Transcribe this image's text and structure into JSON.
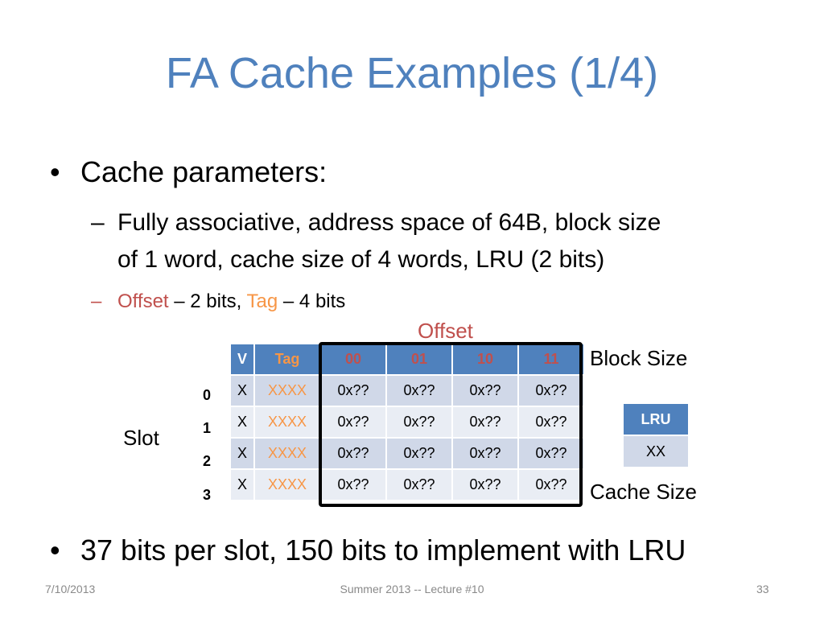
{
  "slide": {
    "title": "FA Cache Examples (1/4)",
    "bullet1": "Cache parameters:",
    "sub1": "Fully associative, address space of 64B, block size",
    "sub1b": "of 1 word, cache size of 4 words, LRU (2 bits)",
    "sub2": {
      "offset_word": "Offset",
      "offset_rest": " – 2 bits, ",
      "tag_word": "Tag",
      "tag_rest": " – 4 bits"
    },
    "bullet2": "37 bits per slot, 150 bits to implement with LRU"
  },
  "diagram": {
    "offset_label": "Offset",
    "block_size_label": "Block Size",
    "cache_size_label": "Cache Size",
    "slot_label": "Slot",
    "headers": [
      "V",
      "Tag",
      "00",
      "01",
      "10",
      "11"
    ],
    "slots": [
      "0",
      "1",
      "2",
      "3"
    ],
    "rows": [
      [
        "X",
        "XXXX",
        "0x??",
        "0x??",
        "0x??",
        "0x??"
      ],
      [
        "X",
        "XXXX",
        "0x??",
        "0x??",
        "0x??",
        "0x??"
      ],
      [
        "X",
        "XXXX",
        "0x??",
        "0x??",
        "0x??",
        "0x??"
      ],
      [
        "X",
        "XXXX",
        "0x??",
        "0x??",
        "0x??",
        "0x??"
      ]
    ],
    "lru_header": "LRU",
    "lru_value": "XX"
  },
  "footer": {
    "date": "7/10/2013",
    "center": "Summer 2013 -- Lecture #10",
    "page": "33"
  },
  "colors": {
    "title": "#4f81bd",
    "offset": "#c0504d",
    "tag": "#f79646",
    "header_fill": "#4f81bd",
    "row_fill_a": "#d0d8e8",
    "row_fill_b": "#e9edf4"
  }
}
